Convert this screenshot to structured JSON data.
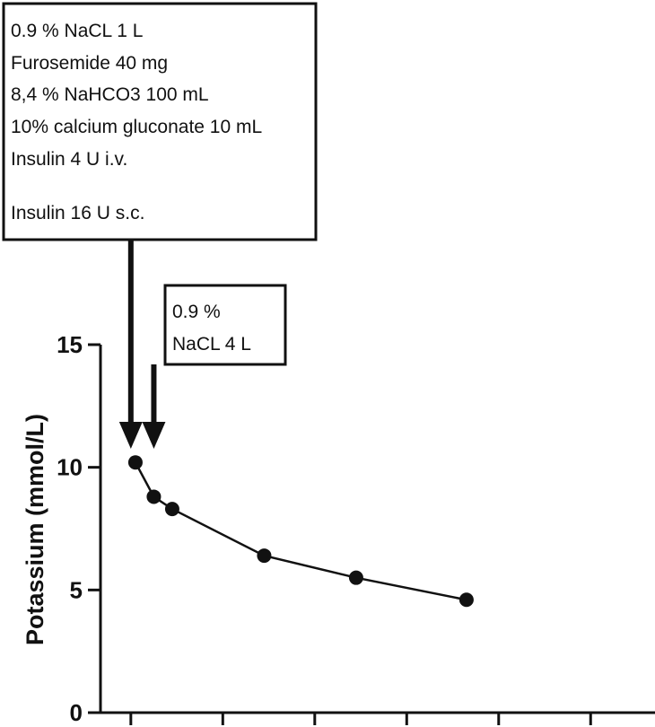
{
  "chart_data": {
    "type": "line",
    "title": "",
    "xlabel": "",
    "ylabel": "Potassium (mmol/L)",
    "ylim": [
      0,
      15
    ],
    "yticks": [
      0,
      5,
      10,
      15
    ],
    "ytick_labels": [
      "0",
      "5",
      "10",
      "15"
    ],
    "xlim": [
      -0.33,
      5.7
    ],
    "xticks": [
      0,
      1,
      2,
      3,
      4,
      5
    ],
    "series": [
      {
        "x": [
          0.05,
          0.25,
          0.45,
          1.45,
          2.45,
          3.65
        ],
        "values": [
          10.2,
          8.8,
          8.3,
          6.4,
          5.5,
          4.6
        ]
      }
    ],
    "annotations": [
      {
        "lines": [
          "0.9 % NaCL 1 L",
          "Furosemide 40 mg",
          "8,4 % NaHCO3 100 mL",
          "10% calcium gluconate 10 mL",
          "Insulin 4 U i.v.",
          "Insulin 16 U s.c."
        ],
        "arrow_x": 0.0
      },
      {
        "lines": [
          "0.9 %",
          "NaCL 4 L"
        ],
        "arrow_x": 0.25
      }
    ],
    "grid": false,
    "legend": "none",
    "line_color": "#111111",
    "marker_color": "#111111"
  }
}
